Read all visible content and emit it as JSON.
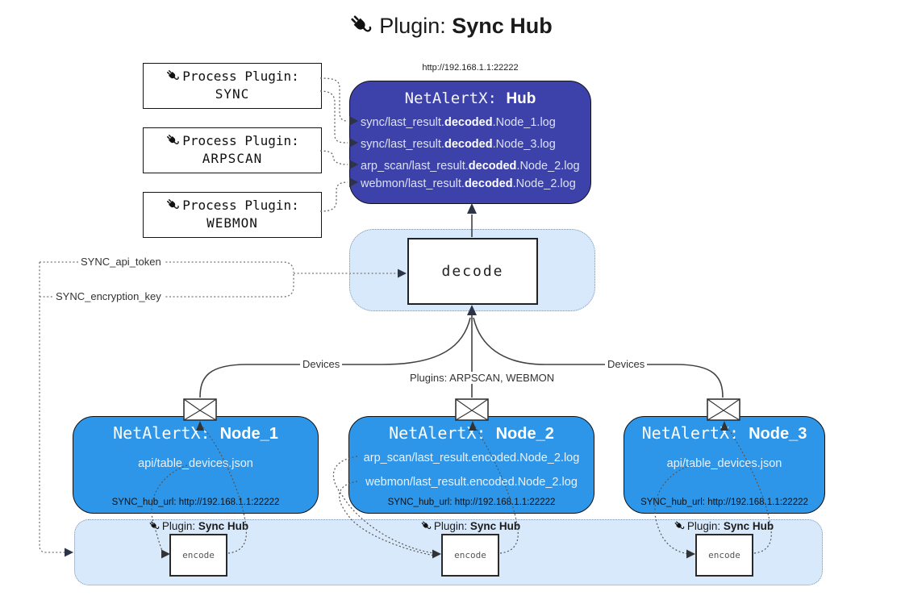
{
  "title": {
    "prefix": "Plugin:",
    "name": "Sync Hub"
  },
  "process_plugins": {
    "label": "Process Plugin:",
    "items": [
      {
        "name": "SYNC"
      },
      {
        "name": "ARPSCAN"
      },
      {
        "name": "WEBMON"
      }
    ]
  },
  "hub": {
    "url": "http://192.168.1.1:22222",
    "title_prefix": "NetAlertX:",
    "title_name": "Hub",
    "logs": [
      {
        "pre": "sync/last_result.",
        "bold": "decoded",
        "post": ".Node_1.log"
      },
      {
        "pre": "sync/last_result.",
        "bold": "decoded",
        "post": ".Node_3.log"
      },
      {
        "pre": "arp_scan/last_result.",
        "bold": "decoded",
        "post": ".Node_2.log"
      },
      {
        "pre": "webmon/last_result.",
        "bold": "decoded",
        "post": ".Node_2.log"
      }
    ]
  },
  "decode": {
    "label": "decode"
  },
  "config": {
    "api_token": "SYNC_api_token",
    "encryption_key": "SYNC_encryption_key"
  },
  "edges": {
    "devices_left": "Devices",
    "devices_right": "Devices",
    "plugins_mid": "Plugins: ARPSCAN, WEBMON"
  },
  "nodes": [
    {
      "title_prefix": "NetAlertX:",
      "title_name": "Node_1",
      "files": [
        "api/table_devices.json"
      ],
      "hub_url": "SYNC_hub_url: http://192.168.1.1:22222"
    },
    {
      "title_prefix": "NetAlertX:",
      "title_name": "Node_2",
      "files": [
        "arp_scan/last_result.encoded.Node_2.log",
        "webmon/last_result.encoded.Node_2.log"
      ],
      "hub_url": "SYNC_hub_url: http://192.168.1.1:22222"
    },
    {
      "title_prefix": "NetAlertX:",
      "title_name": "Node_3",
      "files": [
        "api/table_devices.json"
      ],
      "hub_url": "SYNC_hub_url: http://192.168.1.1:22222"
    }
  ],
  "encoder": {
    "plugin_prefix": "Plugin:",
    "plugin_name": "Sync Hub",
    "box_label": "encode"
  },
  "colors": {
    "hub_bg": "#3d42aa",
    "node_bg": "#2e96e9",
    "band_bg": "#d8e9fb",
    "line": "#424242",
    "arrow_dark": "#2e3447"
  }
}
